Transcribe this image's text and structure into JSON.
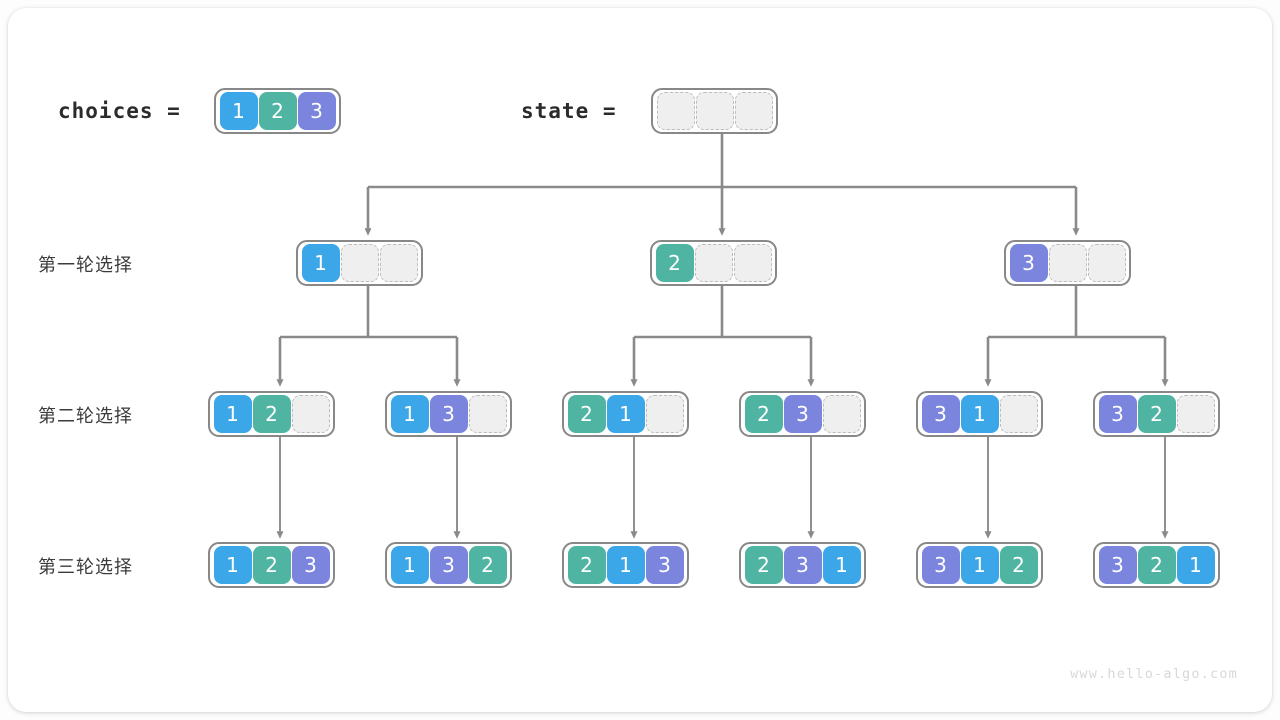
{
  "diagram": {
    "title_watermark": "www.hello-algo.com",
    "colors": {
      "blue": "#3ba7e8",
      "green": "#4fb5a2",
      "purple": "#7b85dd",
      "empty_fill": "#efefef",
      "empty_border": "#bdbdbd",
      "array_border": "#888888",
      "wire": "#888888",
      "text": "#2b2b2b"
    },
    "header": {
      "choices_label": "choices =",
      "choices_values": [
        "1",
        "2",
        "3"
      ],
      "state_label": "state =",
      "state_values": [
        "",
        "",
        ""
      ]
    },
    "row_labels": [
      "第一轮选择",
      "第二轮选择",
      "第三轮选择"
    ],
    "level1": [
      {
        "values": [
          "1",
          "",
          ""
        ]
      },
      {
        "values": [
          "2",
          "",
          ""
        ]
      },
      {
        "values": [
          "3",
          "",
          ""
        ]
      }
    ],
    "level2": [
      {
        "values": [
          "1",
          "2",
          ""
        ]
      },
      {
        "values": [
          "1",
          "3",
          ""
        ]
      },
      {
        "values": [
          "2",
          "1",
          ""
        ]
      },
      {
        "values": [
          "2",
          "3",
          ""
        ]
      },
      {
        "values": [
          "3",
          "1",
          ""
        ]
      },
      {
        "values": [
          "3",
          "2",
          ""
        ]
      }
    ],
    "level3": [
      {
        "values": [
          "1",
          "2",
          "3"
        ]
      },
      {
        "values": [
          "1",
          "3",
          "2"
        ]
      },
      {
        "values": [
          "2",
          "1",
          "3"
        ]
      },
      {
        "values": [
          "2",
          "3",
          "1"
        ]
      },
      {
        "values": [
          "3",
          "1",
          "2"
        ]
      },
      {
        "values": [
          "3",
          "2",
          "1"
        ]
      }
    ]
  }
}
